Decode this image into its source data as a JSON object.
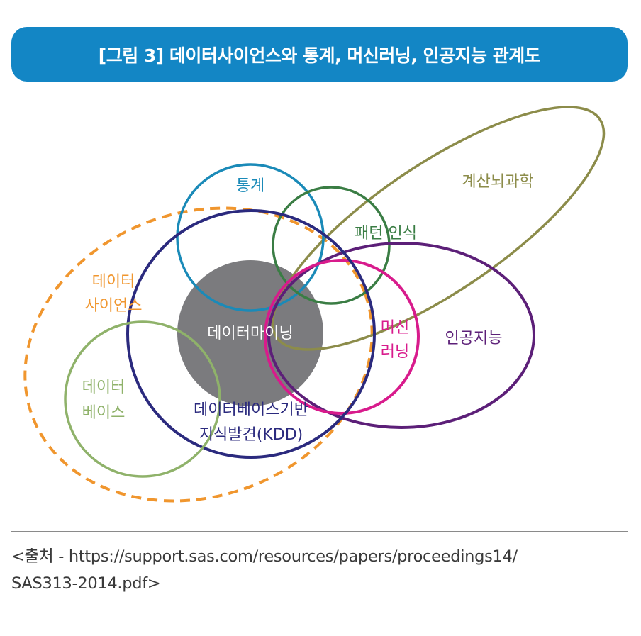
{
  "title": "[그림 3] 데이터사이언스와 통계, 머신러닝, 인공지능 관계도",
  "labels": {
    "statistics": "통계",
    "pattern_recognition": "패턴 인식",
    "computational_science": "계산뇌과학",
    "data_science_line1": "데이터",
    "data_science_line2": "사이언스",
    "data_mining": "데이터마이닝",
    "machine_learning_line1": "머신",
    "machine_learning_line2": "러닝",
    "artificial_intelligence": "인공지능",
    "database_line1": "데이터",
    "database_line2": "베이스",
    "kdd_line1": "데이터베이스기반",
    "kdd_line2": "지식발견(KDD)"
  },
  "colors": {
    "title_bg": "#1386c5",
    "statistics": "#1a8ab8",
    "pattern_recognition": "#3a7d44",
    "computational_science": "#8c8c4a",
    "data_science": "#f0962e",
    "data_mining": "#7b7b7e",
    "machine_learning": "#d81b8c",
    "artificial_intelligence": "#5c1f78",
    "database": "#8fb26a",
    "kdd": "#2b2a7e"
  },
  "source": {
    "line1": "<출처 - https://support.sas.com/resources/papers/proceedings14/",
    "line2": "SAS313-2014.pdf>"
  }
}
